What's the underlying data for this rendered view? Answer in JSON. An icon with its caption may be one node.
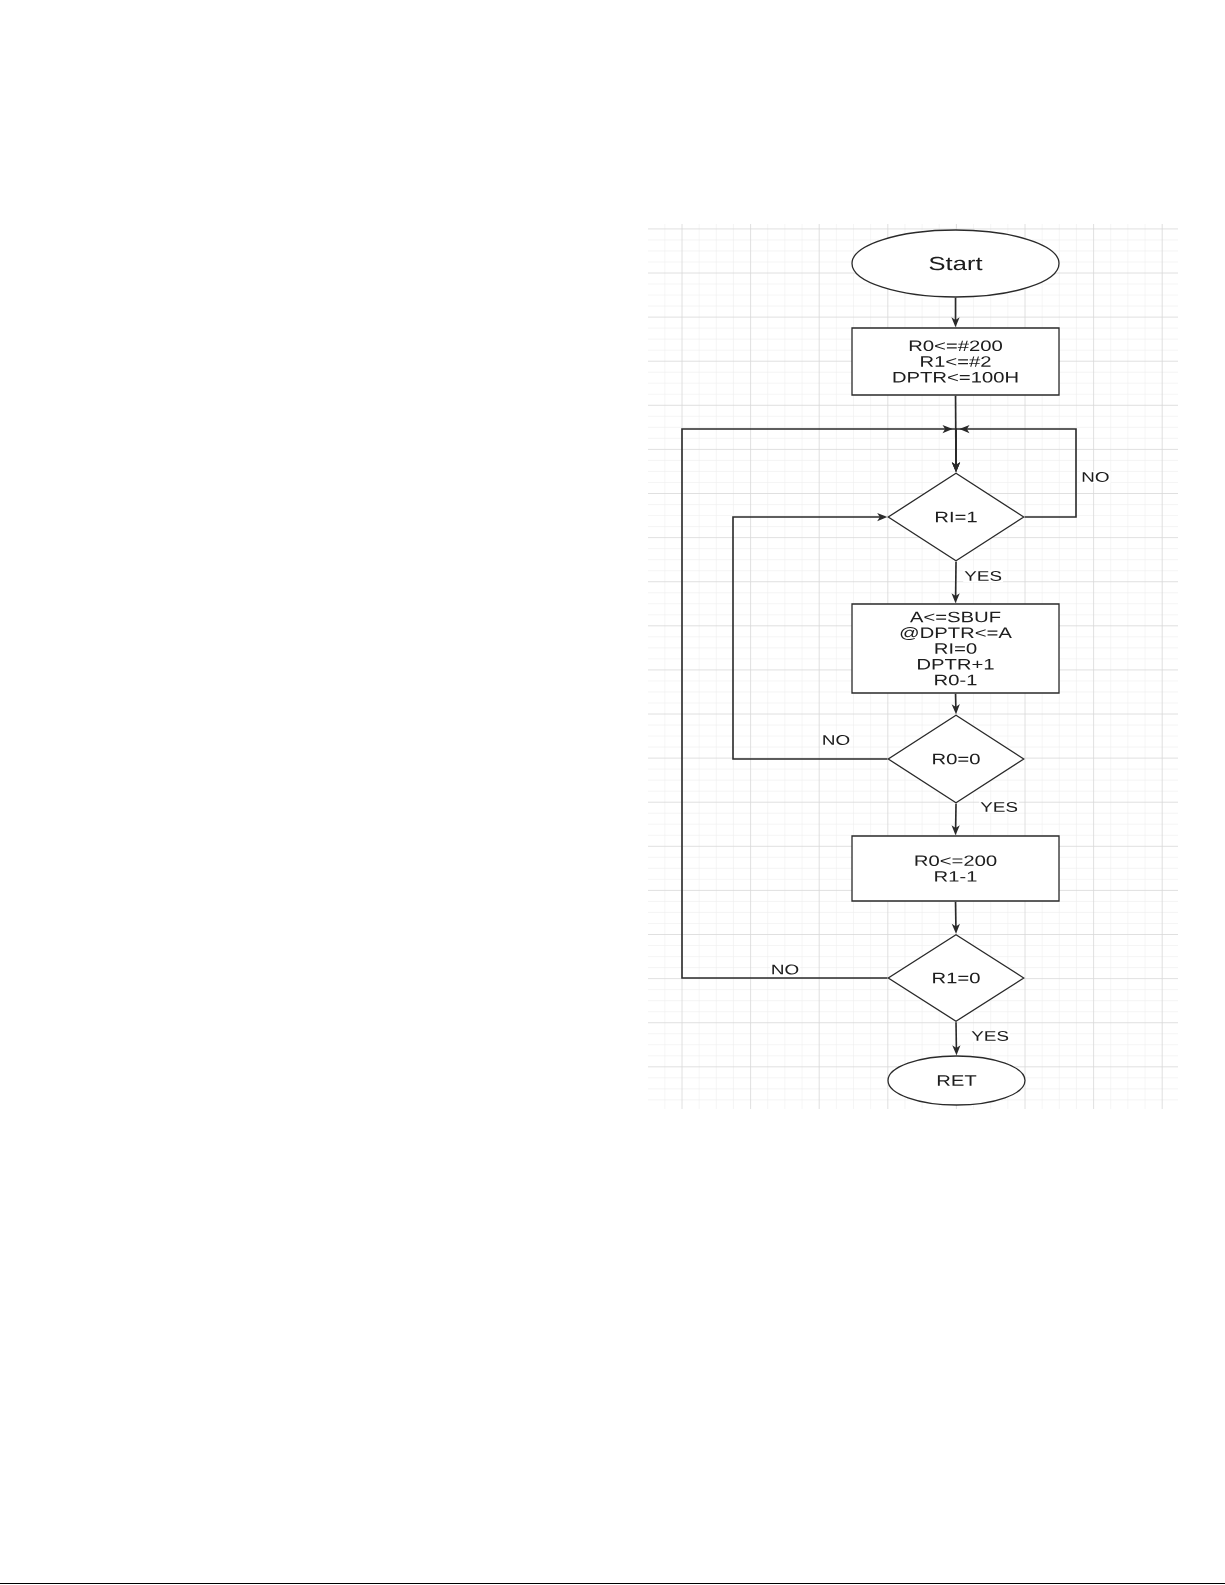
{
  "diagram": {
    "nodes": [
      {
        "text": [
          "Start"
        ]
      },
      {
        "text": [
          "R0<=#200 R1<=#2 DPTR<=100H"
        ]
      },
      {
        "text": [
          "RI=1"
        ]
      },
      {
        "text": [
          "A<=SBUF @DPTR<=A RI=0 DPTR+1 R0-1"
        ]
      },
      {
        "text": [
          "R0=0"
        ]
      },
      {
        "text": [
          "R0<=200 R1-1"
        ]
      },
      {
        "text": [
          "R1=0"
        ]
      },
      {
        "text": [
          "RET"
        ]
      }
    ],
    "edges": [
      {
        "from": 0,
        "to": 1,
        "arrow": "to"
      },
      {
        "from": 1,
        "to": 2,
        "arrow": "to"
      },
      {
        "from": 2,
        "to": 2,
        "arrow": "to",
        "label": "NO"
      },
      {
        "from": 2,
        "to": 3,
        "arrow": "to",
        "label": "YES"
      },
      {
        "from": 3,
        "to": 4,
        "arrow": "to"
      },
      {
        "from": 4,
        "to": 2,
        "arrow": "to",
        "label": "NO"
      },
      {
        "from": 4,
        "to": 5,
        "arrow": "to",
        "label": "YES"
      },
      {
        "from": 5,
        "to": 6,
        "arrow": "to"
      },
      {
        "from": 6,
        "to": 2,
        "arrow": "to",
        "label": "NO"
      },
      {
        "from": 6,
        "to": 7,
        "arrow": "to",
        "label": "YES"
      }
    ]
  }
}
